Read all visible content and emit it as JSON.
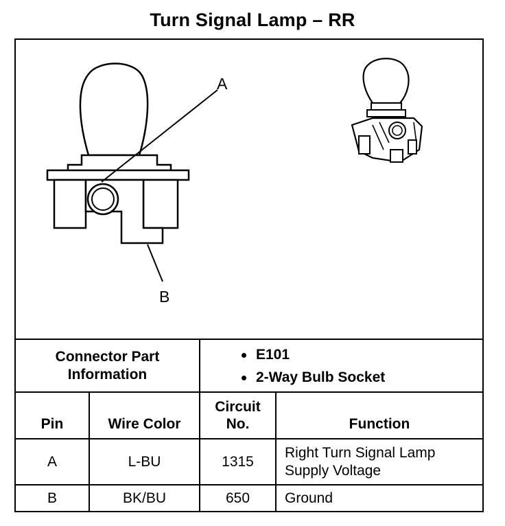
{
  "title": "Turn Signal Lamp – RR",
  "callouts": {
    "a": "A",
    "b": "B"
  },
  "connector_info": {
    "label": "Connector Part Information",
    "items": [
      "E101",
      "2-Way Bulb Socket"
    ]
  },
  "table": {
    "headers": {
      "pin": "Pin",
      "wire_color": "Wire Color",
      "circuit": "Circuit No.",
      "function": "Function"
    },
    "rows": [
      {
        "pin": "A",
        "wire_color": "L-BU",
        "circuit": "1315",
        "function": "Right Turn Signal Lamp Supply Voltage"
      },
      {
        "pin": "B",
        "wire_color": "BK/BU",
        "circuit": "650",
        "function": "Ground"
      }
    ]
  },
  "icons": [
    "bulb-socket-front-view-icon",
    "bulb-socket-3d-view-icon"
  ]
}
